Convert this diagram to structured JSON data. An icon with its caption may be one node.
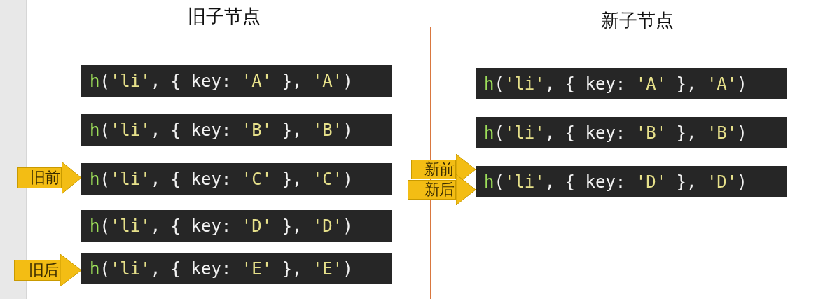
{
  "diagram": {
    "nodes": [
      {
        "text": [
          "h('li', { key: 'A' }, 'A')"
        ]
      },
      {
        "text": [
          "h('li', { key: 'B' }, 'B')"
        ]
      },
      {
        "text": [
          "h('li', { key: 'C' }, 'C')"
        ]
      },
      {
        "text": [
          "h('li', { key: 'D' }, 'D')"
        ]
      },
      {
        "text": [
          "h('li', { key: 'E' }, 'E')"
        ]
      },
      {
        "text": [
          "h('li', { key: 'A' }, 'A')"
        ]
      },
      {
        "text": [
          "h('li', { key: 'B' }, 'B')"
        ]
      },
      {
        "text": [
          "h('li', { key: 'D' }, 'D')"
        ]
      },
      {
        "text": [
          "旧前"
        ]
      },
      {
        "text": [
          "旧后"
        ]
      },
      {
        "text": [
          "新前"
        ]
      },
      {
        "text": [
          "新后"
        ]
      }
    ],
    "edges": [
      {
        "from": 8,
        "to": 2,
        "arrow": "to"
      },
      {
        "from": 9,
        "to": 4,
        "arrow": "to"
      },
      {
        "from": 10,
        "to": 7,
        "arrow": "to"
      },
      {
        "from": 11,
        "to": 7,
        "arrow": "to"
      }
    ],
    "labels": [
      "旧子节点",
      "新子节点"
    ]
  }
}
